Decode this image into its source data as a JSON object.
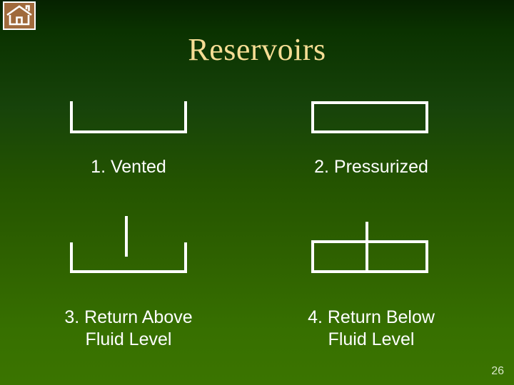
{
  "slide": {
    "title": "Reservoirs",
    "page_number": "26",
    "background": {
      "gradient_top": "#062200",
      "gradient_bottom": "#3b7400"
    },
    "title_color": "#f5dd94",
    "caption_color": "#ffffff",
    "diagram_stroke_color": "#ffffff"
  },
  "nav": {
    "home_button": {
      "icon": "home-icon",
      "fill": "#a06a3c",
      "border": "#ffffff"
    }
  },
  "items": [
    {
      "caption": "1. Vented",
      "diagram": "open-top-rectangle"
    },
    {
      "caption": "2. Pressurized",
      "diagram": "closed-rectangle"
    },
    {
      "caption": "3. Return Above\nFluid Level",
      "caption_line1": "3. Return Above",
      "caption_line2": "Fluid Level",
      "diagram": "open-top-rectangle-with-pipe-above"
    },
    {
      "caption": "4. Return Below\nFluid Level",
      "caption_line1": "4. Return Below",
      "caption_line2": "Fluid Level",
      "diagram": "closed-rectangle-with-pipe-through"
    }
  ]
}
